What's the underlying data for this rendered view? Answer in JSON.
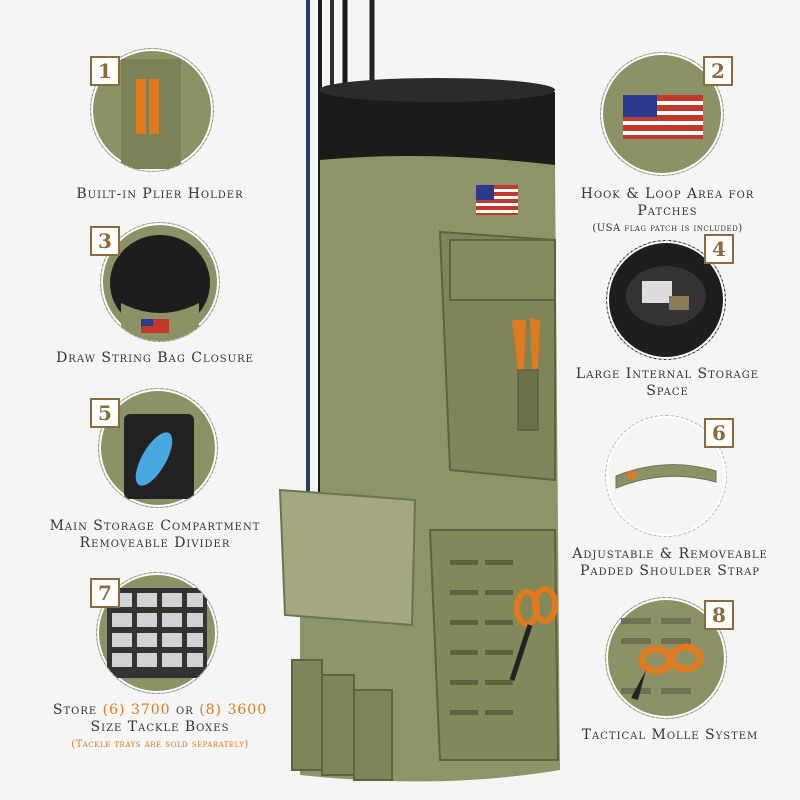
{
  "features": [
    {
      "number": "1",
      "caption": "Built-in Plier Holder"
    },
    {
      "number": "2",
      "caption": "Hook & Loop Area for",
      "caption2": "Patches",
      "note": "(USA flag patch is included)"
    },
    {
      "number": "3",
      "caption": "Draw String Bag Closure"
    },
    {
      "number": "4",
      "caption": "Large Internal Storage",
      "caption2": "Space"
    },
    {
      "number": "5",
      "caption": "Main Storage Compartment",
      "caption2": "Removeable Divider"
    },
    {
      "number": "6",
      "caption": "Adjustable & Removeable",
      "caption2": "Padded Shoulder Strap"
    },
    {
      "number": "7",
      "caption_pre": "Store ",
      "caption_a": "(6) 3700",
      "caption_mid": " or ",
      "caption_b": "(8) 3600",
      "caption2": "Size Tackle Boxes",
      "note": "(Tackle trays are sold separately)"
    },
    {
      "number": "8",
      "caption": "Tactical Molle System"
    }
  ],
  "colors": {
    "bag": "#8f9468",
    "bag_dark": "#6d7250",
    "accent": "#e07a1f",
    "badge": "#8b6a3b",
    "text": "#333333"
  }
}
